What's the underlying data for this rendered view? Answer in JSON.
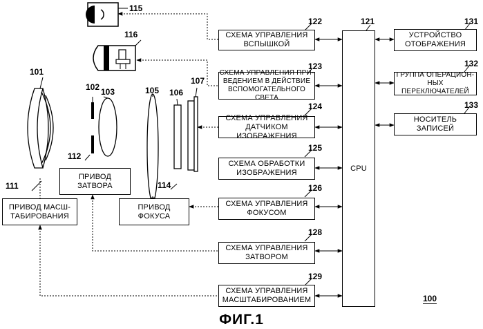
{
  "figure_label": "ФИГ.1",
  "system_number": "100",
  "cpu": {
    "label": "CPU",
    "number": "121"
  },
  "circuits": [
    {
      "id": "flash-control",
      "label": "СХЕМА УПРАВЛЕНИЯ\nВСПЫШКОЙ",
      "number": "122"
    },
    {
      "id": "aux-light-control",
      "label": "СХЕМА УПРАВЛЕНИЯ ПРИ-\nВЕДЕНИЕМ В ДЕЙСТВИЕ\nВСПОМОГАТЕЛЬНОГО СВЕТА",
      "number": "123"
    },
    {
      "id": "sensor-control",
      "label": "СХЕМА УПРАВЛЕНИЯ\nДАТЧИКОМ ИЗОБРАЖЕНИЯ",
      "number": "124"
    },
    {
      "id": "image-processing",
      "label": "СХЕМА ОБРАБОТКИ\nИЗОБРАЖЕНИЯ",
      "number": "125"
    },
    {
      "id": "focus-control",
      "label": "СХЕМА УПРАВЛЕНИЯ\nФОКУСОМ",
      "number": "126"
    },
    {
      "id": "shutter-control",
      "label": "СХЕМА УПРАВЛЕНИЯ\nЗАТВОРОМ",
      "number": "128"
    },
    {
      "id": "zoom-control",
      "label": "СХЕМА УПРАВЛЕНИЯ\nМАСШТАБИРОВАНИЕМ",
      "number": "129"
    }
  ],
  "peripherals": [
    {
      "id": "display",
      "label": "УСТРОЙСТВО\nОТОБРАЖЕНИЯ",
      "number": "131"
    },
    {
      "id": "switches",
      "label": "ГРУППА ОПЕРАЦИОН-\nНЫХ ПЕРЕКЛЮЧАТЕЛЕЙ",
      "number": "132"
    },
    {
      "id": "recording-medium",
      "label": "НОСИТЕЛЬ\nЗАПИСЕЙ",
      "number": "133"
    }
  ],
  "drives": [
    {
      "id": "zoom-drive",
      "label": "ПРИВОД МАСШ-\nТАБИРОВАНИЯ",
      "number": "111"
    },
    {
      "id": "shutter-drive",
      "label": "ПРИВОД\nЗАТВОРА",
      "number": "112"
    },
    {
      "id": "focus-drive",
      "label": "ПРИВОД\nФОКУСА",
      "number": "114"
    }
  ],
  "optics": {
    "zoom_lens": "101",
    "shutter": "102",
    "lens_103": "103",
    "focus_lens": "105",
    "filter": "106",
    "image_sensor": "107",
    "flash": "115",
    "aux_light": "116"
  }
}
